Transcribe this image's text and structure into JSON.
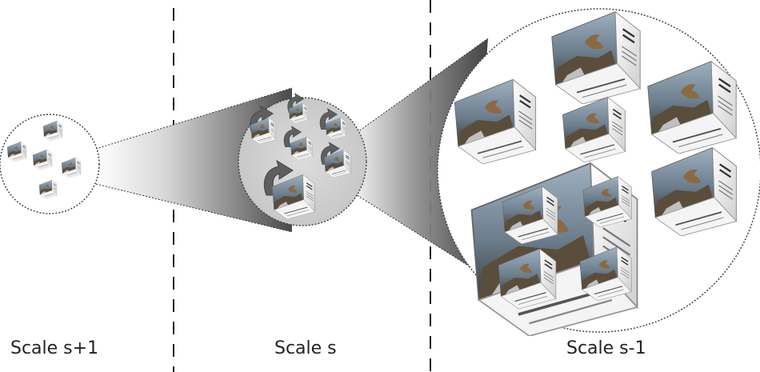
{
  "labels": {
    "scale_plus": "Scale s+1",
    "scale": "Scale s",
    "scale_minus": "Scale s-1"
  },
  "colors": {
    "divider": "#222222",
    "circle_border": "#555555",
    "cone_dark": "#4a4a4a",
    "cone_light": "#f2f2f2",
    "arrow": "#5a5a5a"
  },
  "icons": [
    "curved-arrow-icon",
    "image-cube-icon"
  ]
}
